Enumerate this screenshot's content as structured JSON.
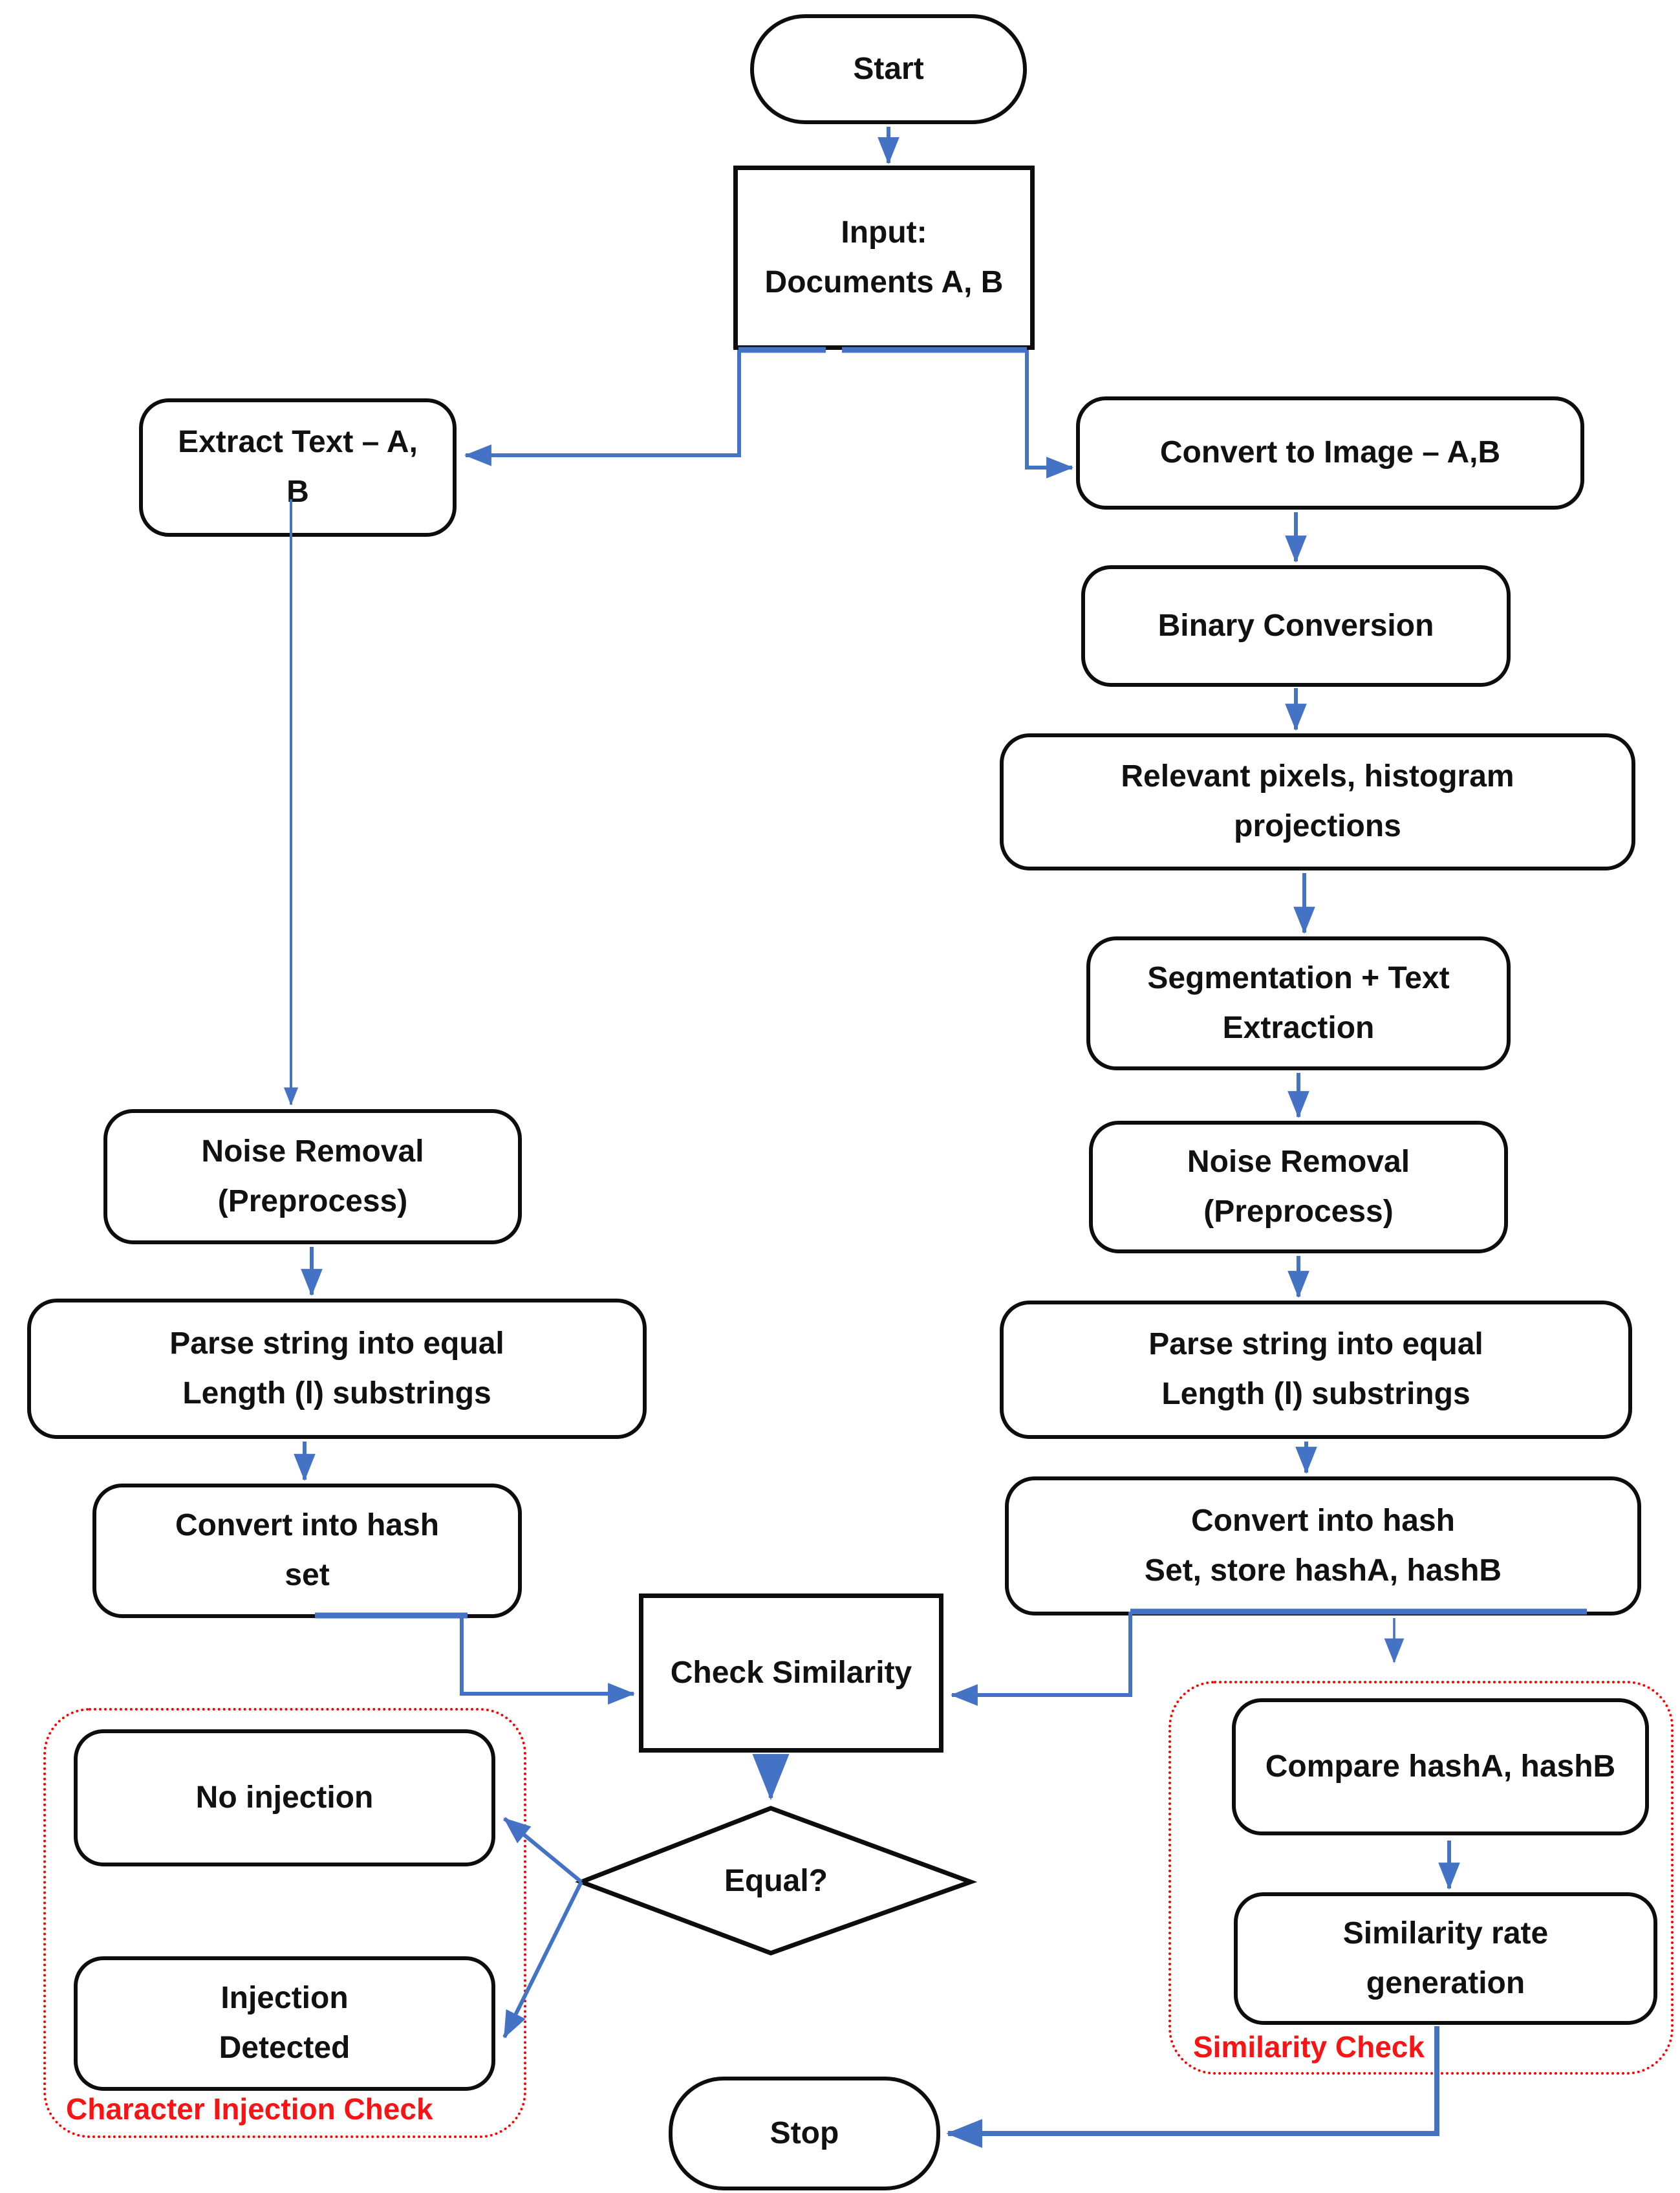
{
  "colors": {
    "connector": "#4472C4",
    "box-border": "#0d0d0d",
    "node-text": "#111111",
    "section-border": "#FF0000",
    "section-label": "#F81414",
    "canvas-bg": "#FFFFFF"
  },
  "nodes": {
    "start": {
      "label": "Start"
    },
    "input": {
      "label": "Input:\nDocuments A, B"
    },
    "extract_text": {
      "label": "Extract Text – A,\nB"
    },
    "convert_image": {
      "label": "Convert to Image – A,B"
    },
    "binary_conversion": {
      "label": "Binary Conversion"
    },
    "relevant_pixels": {
      "label": "Relevant pixels, histogram\nprojections"
    },
    "segmentation": {
      "label": "Segmentation + Text\nExtraction"
    },
    "noise_removal_left": {
      "label": "Noise Removal\n(Preprocess)"
    },
    "noise_removal_right": {
      "label": "Noise Removal\n(Preprocess)"
    },
    "parse_left": {
      "label": "Parse string into equal\nLength (l) substrings"
    },
    "parse_right": {
      "label": "Parse string into equal\nLength (l) substrings"
    },
    "hash_left": {
      "label": "Convert into hash\nset"
    },
    "hash_right": {
      "label": "Convert into hash\nSet, store hashA, hashB"
    },
    "check_similarity": {
      "label": "Check Similarity"
    },
    "equal": {
      "label": "Equal?"
    },
    "no_injection": {
      "label": "No injection"
    },
    "injection_detected": {
      "label": "Injection\nDetected"
    },
    "compare_hash": {
      "label": "Compare hashA, hashB"
    },
    "similarity_rate": {
      "label": "Similarity rate\ngeneration"
    },
    "stop": {
      "label": "Stop"
    }
  },
  "sections": {
    "character_injection_check": {
      "label": "Character Injection Check"
    },
    "similarity_check": {
      "label": "Similarity Check"
    }
  }
}
